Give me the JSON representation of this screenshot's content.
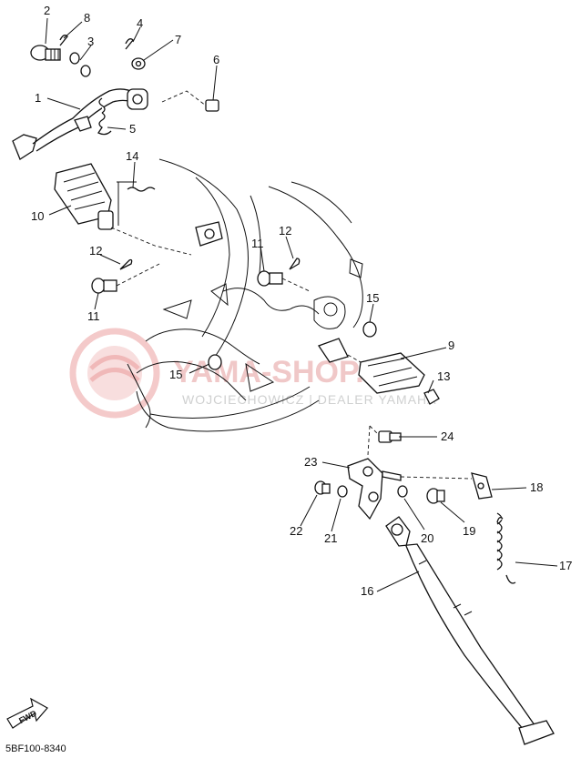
{
  "diagram": {
    "part_callouts": [
      "1",
      "2",
      "3",
      "4",
      "5",
      "6",
      "7",
      "8",
      "9",
      "10",
      "11",
      "12",
      "13",
      "14",
      "15",
      "16",
      "17",
      "18",
      "19",
      "20",
      "21",
      "22",
      "23",
      "24"
    ],
    "repeated_callouts": {
      "callout_11_second": "11",
      "callout_12_second": "12",
      "callout_15_second": "15"
    },
    "forward_badge": "FWD",
    "drawing_code": "5BF100-8340"
  },
  "watermark": {
    "brand": "YAMA-SHOP.PL",
    "tagline": "WOJCIECHOWICZ | DEALER YAMAHA",
    "colors": {
      "logo": "#f2c4c4",
      "tagline": "#cfd0d0"
    }
  }
}
